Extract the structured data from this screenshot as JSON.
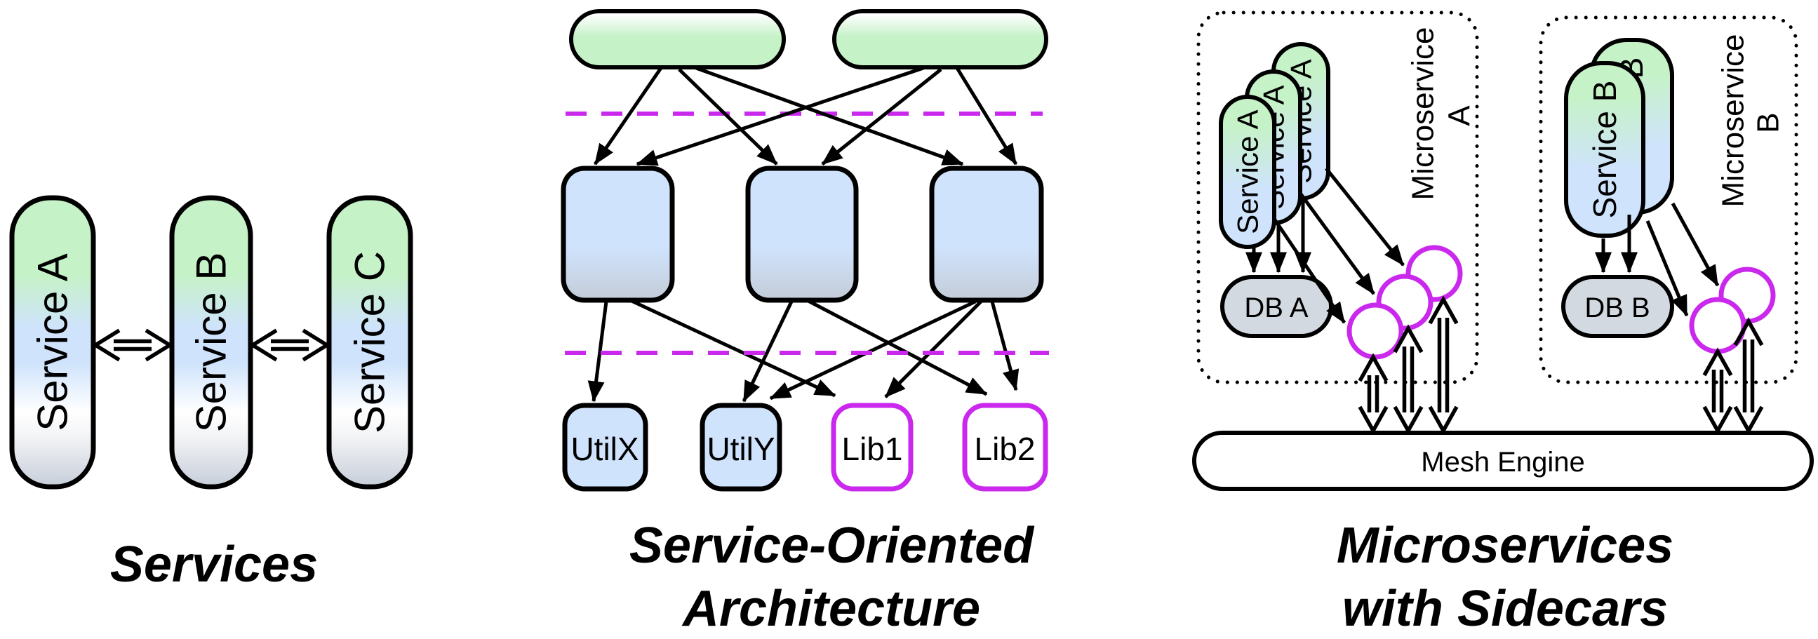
{
  "titles": {
    "left": "Services",
    "middle_line1": "Service-Oriented",
    "middle_line2": "Architecture",
    "right_line1": "Microservices",
    "right_line2": "with Sidecars"
  },
  "services_panel": {
    "service_a": "Service A",
    "service_b": "Service B",
    "service_c": "Service C"
  },
  "soa_panel": {
    "util_x": "UtilX",
    "util_y": "UtilY",
    "lib_1": "Lib1",
    "lib_2": "Lib2"
  },
  "microservices_panel": {
    "group_a": {
      "label_line1": "Microservice",
      "label_line2": "A",
      "service": "Service A",
      "db": "DB A"
    },
    "group_b": {
      "label_line1": "Microservice",
      "label_line2": "B",
      "service": "Service B",
      "db": "DB B"
    },
    "mesh_engine": "Mesh Engine"
  },
  "colors": {
    "node_green": "#c6f2c8",
    "node_blue": "#cfe3fc",
    "node_gray": "#d3d9e0",
    "magenta": "#cb28ee",
    "line_black": "#000000",
    "background": "#ffffff"
  }
}
